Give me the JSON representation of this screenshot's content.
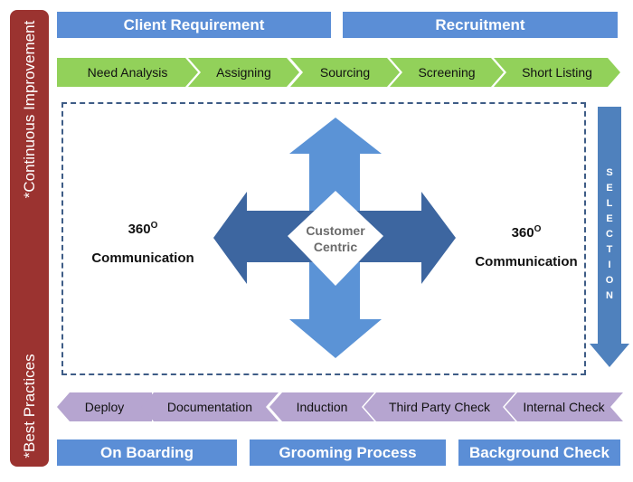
{
  "sidebar": {
    "top_label": "*Continuous Improvement",
    "bottom_label": "*Best Practices"
  },
  "headers": {
    "client_requirement": "Client Requirement",
    "recruitment": "Recruitment"
  },
  "top_steps": [
    "Need Analysis",
    "Assigning",
    "Sourcing",
    "Screening",
    "Short Listing"
  ],
  "center": {
    "left_number": "360",
    "left_superscript": "O",
    "left_label": "Communication",
    "right_number": "360",
    "right_superscript": "O",
    "right_label": "Communication",
    "hub_line1": "Customer",
    "hub_line2": "Centric"
  },
  "selection": {
    "label": "SELECTION",
    "letters": [
      "S",
      "E",
      "L",
      "E",
      "C",
      "T",
      "I",
      "O",
      "N"
    ]
  },
  "bottom_steps": [
    "Deploy",
    "Documentation",
    "Induction",
    "Third Party Check",
    "Internal Check"
  ],
  "footers": {
    "on_boarding": "On Boarding",
    "grooming_process": "Grooming Process",
    "background_check": "Background Check"
  },
  "colors": {
    "sidebar": "#9b3330",
    "header_blue": "#5b8ed6",
    "green_chevron": "#92d15a",
    "purple_chevron": "#b6a5d0",
    "arrow_light": "#5b93d6",
    "arrow_dark": "#3d66a0",
    "dashed_border": "#3e5c86"
  }
}
